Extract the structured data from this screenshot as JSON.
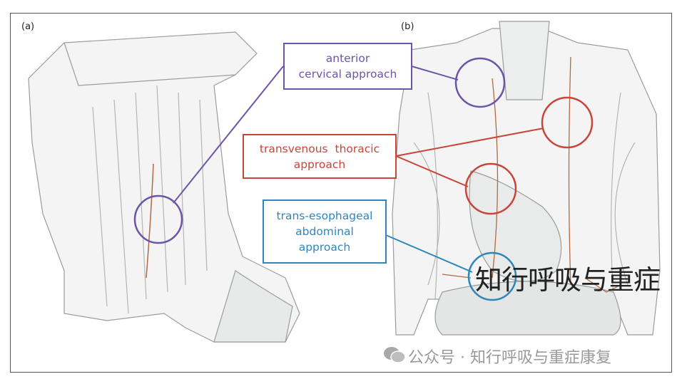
{
  "panels": [
    {
      "label": "(a)"
    },
    {
      "label": "(b)"
    }
  ],
  "callouts": [
    {
      "lines": [
        "anterior",
        "cervical approach"
      ],
      "color": "#6b55a8"
    },
    {
      "lines": [
        "transvenous  thoracic",
        "approach"
      ],
      "color": "#c8453a"
    },
    {
      "lines": [
        "trans-esophageal",
        "abdominal",
        "approach"
      ],
      "color": "#2f86bd"
    }
  ],
  "watermark": {
    "overlay": "知行呼吸与重症",
    "footer": "公众号 · 知行呼吸与重症康复",
    "footer_icon": "wechat-icon"
  }
}
